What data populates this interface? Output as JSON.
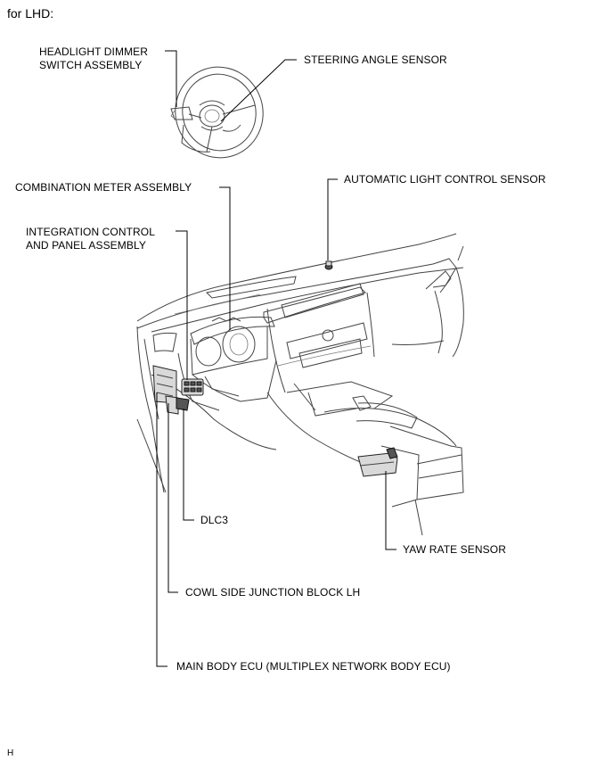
{
  "header": {
    "title": "for LHD:"
  },
  "footer": {
    "code": "H"
  },
  "labels": {
    "headlight_dimmer": [
      "HEADLIGHT DIMMER",
      "SWITCH ASSEMBLY"
    ],
    "steering_angle": "STEERING ANGLE SENSOR",
    "combination_meter": "COMBINATION METER ASSEMBLY",
    "automatic_light": "AUTOMATIC LIGHT CONTROL SENSOR",
    "integration_control": [
      "INTEGRATION CONTROL",
      "AND PANEL ASSEMBLY"
    ],
    "dlc3": "DLC3",
    "yaw_rate": "YAW RATE SENSOR",
    "cowl_side": "COWL SIDE JUNCTION BLOCK LH",
    "main_body_ecu": "MAIN BODY ECU (MULTIPLEX NETWORK BODY ECU)"
  }
}
